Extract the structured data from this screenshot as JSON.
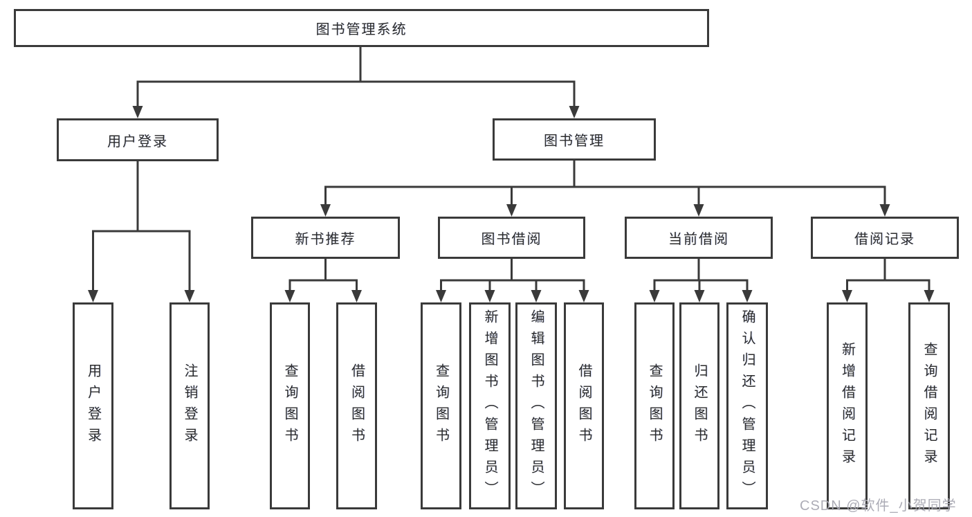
{
  "diagram": {
    "title": "图书管理系统",
    "watermark": "CSDN @软件_小贺同学",
    "colors": {
      "line": "#3a3a3a",
      "box_border": "#3a3a3a",
      "text": "#2b2b2b",
      "background": "#ffffff",
      "watermark_text": "#a8a8b2"
    },
    "nodes": {
      "root": {
        "label": "图书管理系统"
      },
      "user_login": {
        "label": "用户登录"
      },
      "book_mgmt": {
        "label": "图书管理"
      },
      "new_book_rec": {
        "label": "新书推荐"
      },
      "book_borrow": {
        "label": "图书借阅"
      },
      "current_borrow": {
        "label": "当前借阅"
      },
      "borrow_records": {
        "label": "借阅记录"
      },
      "leaf_user_login": {
        "label": "用户登录"
      },
      "leaf_logout": {
        "label": "注销登录"
      },
      "leaf_query_books_1": {
        "label": "查询图书"
      },
      "leaf_borrow_books_1": {
        "label": "借阅图书"
      },
      "leaf_query_books_2": {
        "label": "查询图书"
      },
      "leaf_add_book": {
        "label": "新增图书（管理员）"
      },
      "leaf_edit_book": {
        "label": "编辑图书（管理员）"
      },
      "leaf_borrow_books_2": {
        "label": "借阅图书"
      },
      "leaf_query_books_3": {
        "label": "查询图书"
      },
      "leaf_return_book": {
        "label": "归还图书"
      },
      "leaf_confirm_return": {
        "label": "确认归还（管理员）"
      },
      "leaf_add_record": {
        "label": "新增借阅记录"
      },
      "leaf_query_record": {
        "label": "查询借阅记录"
      }
    },
    "hierarchy": [
      {
        "parent": "图书管理系统",
        "children": [
          "用户登录",
          "图书管理"
        ]
      },
      {
        "parent": "用户登录",
        "children": [
          "用户登录",
          "注销登录"
        ]
      },
      {
        "parent": "图书管理",
        "children": [
          "新书推荐",
          "图书借阅",
          "当前借阅",
          "借阅记录"
        ]
      },
      {
        "parent": "新书推荐",
        "children": [
          "查询图书",
          "借阅图书"
        ]
      },
      {
        "parent": "图书借阅",
        "children": [
          "查询图书",
          "新增图书（管理员）",
          "编辑图书（管理员）",
          "借阅图书"
        ]
      },
      {
        "parent": "当前借阅",
        "children": [
          "查询图书",
          "归还图书",
          "确认归还（管理员）"
        ]
      },
      {
        "parent": "借阅记录",
        "children": [
          "新增借阅记录",
          "查询借阅记录"
        ]
      }
    ]
  }
}
